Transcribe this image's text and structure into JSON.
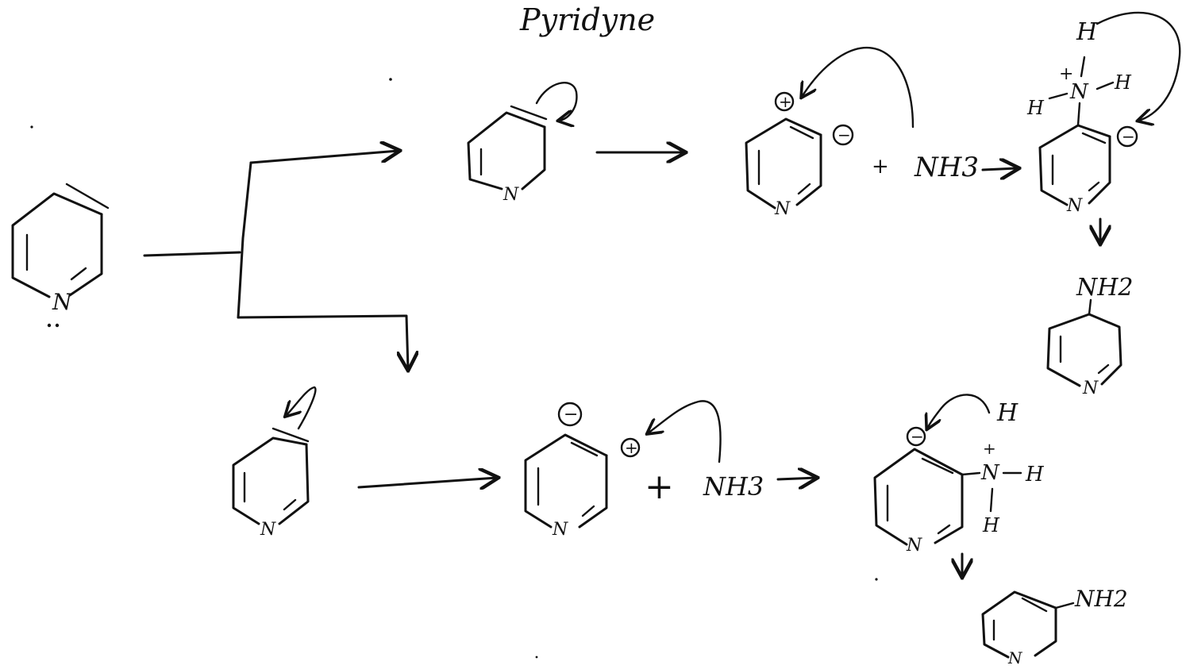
{
  "diagram": {
    "title": "Pyridyne",
    "reagent": "NH3",
    "product_group": "NH2",
    "ring_atom": "N",
    "plus_sign": "+",
    "minus_sign": "−",
    "hydrogen": "H",
    "colors": {
      "ink": "#111111",
      "background": "#ffffff"
    },
    "top_pathway": {
      "first_intermediate": "3,4-pyridyne",
      "charges": [
        "+",
        "−"
      ],
      "product": "4-aminopyridine"
    },
    "bottom_pathway": {
      "first_intermediate": "3,4-pyridyne",
      "charges": [
        "−",
        "+"
      ],
      "product": "3-aminopyridine"
    }
  }
}
